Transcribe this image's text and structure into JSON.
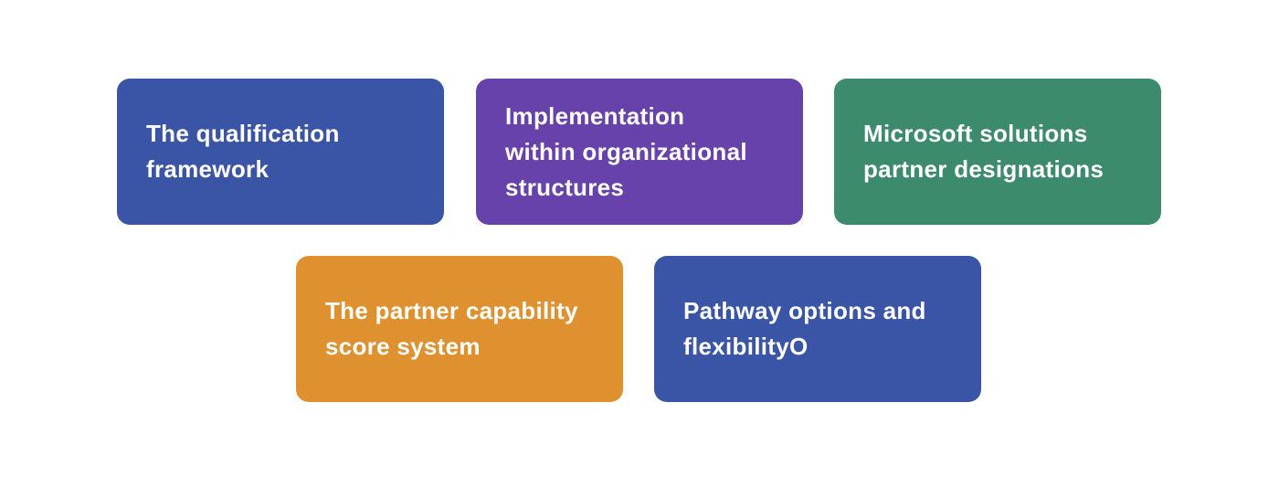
{
  "page": {
    "background_color": "#ffffff"
  },
  "cards": [
    {
      "id": "qualification-framework",
      "label": "The qualification\nframework",
      "color": "#3a55a6"
    },
    {
      "id": "implementation-organizational-structures",
      "label": "Implementation\nwithin organizational\nstructures",
      "color": "#6742ab"
    },
    {
      "id": "microsoft-solutions-partner-designations",
      "label": "Microsoft solutions\npartner designations",
      "color": "#3d8b6d"
    },
    {
      "id": "partner-capability-score-system",
      "label": "The partner capability\nscore system",
      "color": "#e0912f"
    },
    {
      "id": "pathway-options-flexibility",
      "label": "Pathway options and\nflexibilityO",
      "color": "#3a55a6"
    }
  ]
}
